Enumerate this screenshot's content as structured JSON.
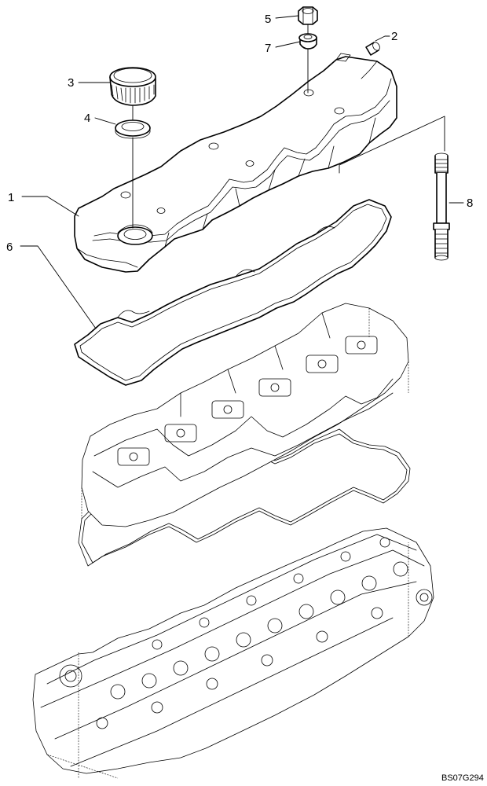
{
  "callouts": [
    {
      "id": "1",
      "label": "1"
    },
    {
      "id": "2",
      "label": "2"
    },
    {
      "id": "3",
      "label": "3"
    },
    {
      "id": "4",
      "label": "4"
    },
    {
      "id": "5",
      "label": "5"
    },
    {
      "id": "6",
      "label": "6"
    },
    {
      "id": "7",
      "label": "7"
    },
    {
      "id": "8",
      "label": "8"
    }
  ],
  "reference_code": "BS07G294",
  "parts": [
    "valve-cover",
    "breather-plug",
    "oil-filler-cap",
    "cap-seal",
    "nut",
    "valve-cover-gasket",
    "washer",
    "stud"
  ]
}
